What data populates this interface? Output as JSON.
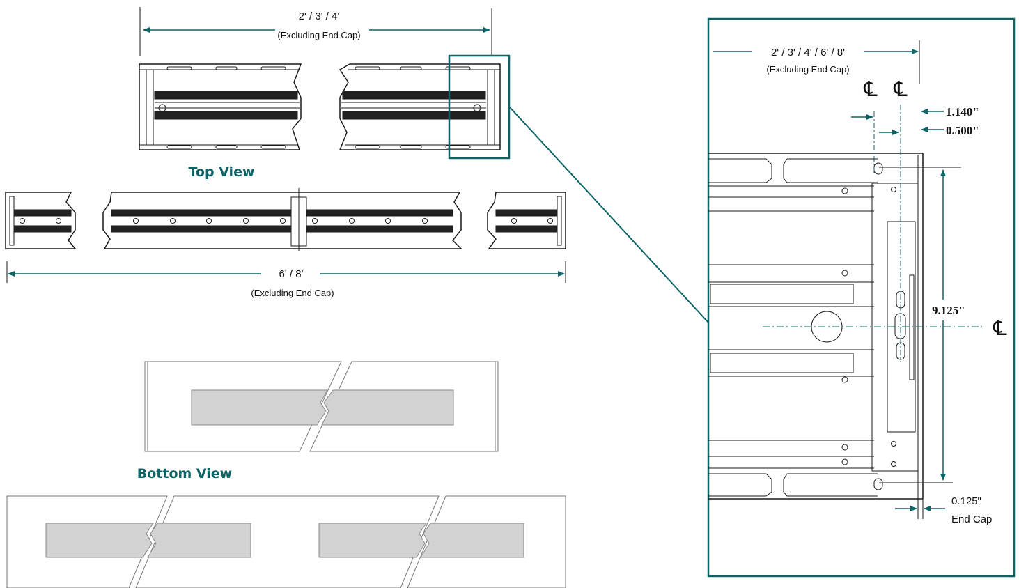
{
  "colors": {
    "accent": "#0c6466",
    "line": "#1a1a1a",
    "lens": "#d2d2d2"
  },
  "top_section": {
    "dimension": "2' / 3' / 4'",
    "note": "(Excluding End Cap)",
    "view_label": "Top View"
  },
  "long_section": {
    "dimension": "6' / 8'",
    "note": "(Excluding End Cap)"
  },
  "bottom_section": {
    "view_label": "Bottom View"
  },
  "detail": {
    "dimension": "2' / 3' / 4' / 6' / 8'",
    "note": "(Excluding End Cap)",
    "centerline_symbol": "℄",
    "dim_1140": "1.140\"",
    "dim_0500": "0.500\"",
    "dim_9125": "9.125\"",
    "dim_0125": "0.125\"",
    "end_cap": "End Cap"
  }
}
